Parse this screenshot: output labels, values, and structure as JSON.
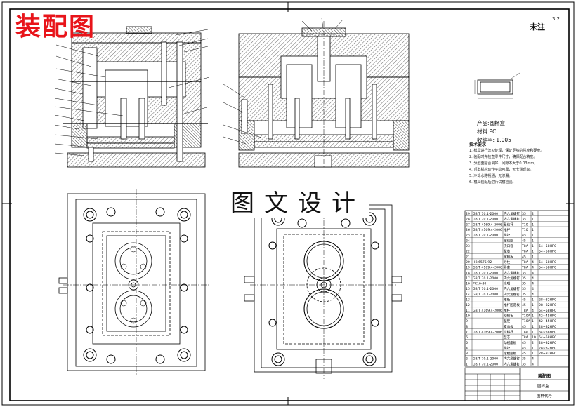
{
  "title": "装配图",
  "watermark": "图文设计",
  "roughness": {
    "label": "未注",
    "value": "3.2"
  },
  "product": {
    "name": "产品:圆杯盒",
    "material": "材料:PC",
    "shrinkage": "收缩率: 1.005"
  },
  "tech_requirements": {
    "heading": "技术要求",
    "lines": [
      "1. 模具进行淬火处理，保证足够的强度和硬度。",
      "2. 装配时先检查零件尺寸，确保配合精度。",
      "3. 分型面贴合良好，间隙不大于0.03mm。",
      "4. 顶出机构动作平稳可靠，无卡滞现象。",
      "5. 冷却水路畅通，无渗漏。",
      "6. 模具装配后进行试模检验。"
    ]
  },
  "bom_rows": [
    {
      "no": "29",
      "std": "GB/T 70.1-2000",
      "name": "内六角螺钉",
      "mat": "35",
      "qty": "2",
      "note": ""
    },
    {
      "no": "28",
      "std": "GB/T 70.1-2000",
      "name": "内六角螺钉",
      "mat": "35",
      "qty": "1",
      "note": ""
    },
    {
      "no": "27",
      "std": "GB/T 4169.4-2006",
      "name": "复位杆",
      "mat": "T10",
      "qty": "1",
      "note": ""
    },
    {
      "no": "26",
      "std": "GB/T 4169.4-2006",
      "name": "推杆",
      "mat": "T10",
      "qty": "1",
      "note": ""
    },
    {
      "no": "25",
      "std": "GB/T 70.1-2000",
      "name": "垫块",
      "mat": "45",
      "qty": "1",
      "note": ""
    },
    {
      "no": "24",
      "std": "",
      "name": "定位圈",
      "mat": "45",
      "qty": "1",
      "note": ""
    },
    {
      "no": "23",
      "std": "",
      "name": "浇口套",
      "mat": "T8A",
      "qty": "1",
      "note": "54~58HRC"
    },
    {
      "no": "22",
      "std": "",
      "name": "型芯",
      "mat": "T8A",
      "qty": "1",
      "note": "54~58HRC"
    },
    {
      "no": "21",
      "std": "",
      "name": "定模板",
      "mat": "45",
      "qty": "1",
      "note": ""
    },
    {
      "no": "20",
      "std": "HB 6575-92",
      "name": "导柱",
      "mat": "T8A",
      "qty": "4",
      "note": "54~58HRC"
    },
    {
      "no": "19",
      "std": "GB/T 4169.4-2006",
      "name": "导套",
      "mat": "T8A",
      "qty": "4",
      "note": "54~58HRC"
    },
    {
      "no": "18",
      "std": "GB/T 70.1-2000",
      "name": "内六角螺钉",
      "mat": "35",
      "qty": "4",
      "note": ""
    },
    {
      "no": "17",
      "std": "GB/T 70.1-2000",
      "name": "内六角螺钉",
      "mat": "35",
      "qty": "4",
      "note": ""
    },
    {
      "no": "16",
      "std": "PC16-30",
      "name": "水嘴",
      "mat": "35",
      "qty": "4",
      "note": ""
    },
    {
      "no": "15",
      "std": "GB/T 70.1-2000",
      "name": "内六角螺钉",
      "mat": "35",
      "qty": "4",
      "note": ""
    },
    {
      "no": "14",
      "std": "GB/T 70.1-2000",
      "name": "内六角螺钉",
      "mat": "35",
      "qty": "4",
      "note": ""
    },
    {
      "no": "13",
      "std": "",
      "name": "推板",
      "mat": "45",
      "qty": "1",
      "note": "28~32HRC"
    },
    {
      "no": "12",
      "std": "",
      "name": "推杆固定板",
      "mat": "45",
      "qty": "1",
      "note": "28~32HRC"
    },
    {
      "no": "11",
      "std": "GB/T 4169.4-2006",
      "name": "推杆",
      "mat": "T8A",
      "qty": "4",
      "note": "54~58HRC"
    },
    {
      "no": "10",
      "std": "",
      "name": "动模板",
      "mat": "T10A",
      "qty": "1",
      "note": "42~45HRC"
    },
    {
      "no": "9",
      "std": "",
      "name": "型腔",
      "mat": "T10A",
      "qty": "1",
      "note": "42~45HRC"
    },
    {
      "no": "8",
      "std": "",
      "name": "支承板",
      "mat": "45",
      "qty": "1",
      "note": "28~32HRC"
    },
    {
      "no": "7",
      "std": "GB/T 4169.4-2006",
      "name": "拉料杆",
      "mat": "T8A",
      "qty": "1",
      "note": "54~58HRC"
    },
    {
      "no": "6",
      "std": "",
      "name": "型芯",
      "mat": "T8A",
      "qty": "10",
      "note": "54~58HRC"
    },
    {
      "no": "5",
      "std": "",
      "name": "动模座板",
      "mat": "45",
      "qty": "2",
      "note": "28~32HRC"
    },
    {
      "no": "4",
      "std": "",
      "name": "垫块",
      "mat": "45",
      "qty": "1",
      "note": "28~32HRC"
    },
    {
      "no": "3",
      "std": "",
      "name": "定模座板",
      "mat": "45",
      "qty": "1",
      "note": "28~32HRC"
    },
    {
      "no": "2",
      "std": "GB/T 70.1-2000",
      "name": "内六角螺钉",
      "mat": "35",
      "qty": "4",
      "note": ""
    },
    {
      "no": "1",
      "std": "GB/T 70.1-2000",
      "name": "内六角螺钉",
      "mat": "35",
      "qty": "4",
      "note": ""
    }
  ],
  "title_block": {
    "drawing_name": "装配图",
    "part_name": "圆杯盒",
    "drawing_code": "图样代号"
  }
}
